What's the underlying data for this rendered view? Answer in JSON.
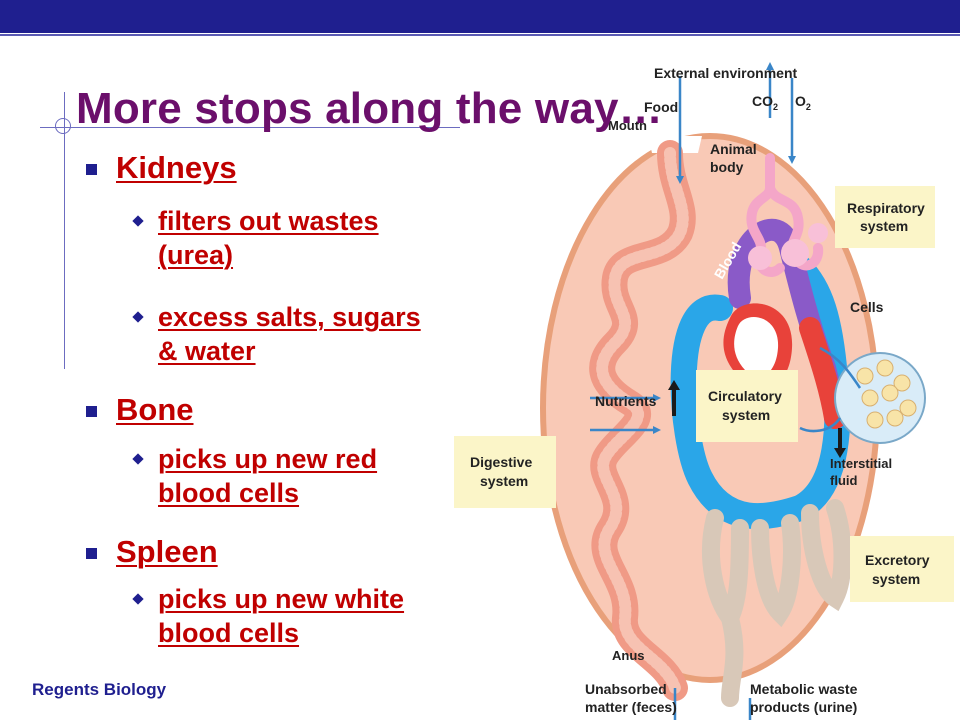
{
  "slide": {
    "title": "More stops along the way…",
    "footer": "Regents Biology",
    "bullets": [
      {
        "label": "Kidneys",
        "subs": [
          "filters out wastes",
          "(urea)",
          "excess salts, sugars",
          "& water"
        ]
      },
      {
        "label": "Bone",
        "subs": [
          "picks up new red",
          "blood cells"
        ]
      },
      {
        "label": "Spleen",
        "subs": [
          "picks up new white",
          "blood cells"
        ]
      }
    ]
  },
  "diagram": {
    "external_environment": "External environment",
    "food": "Food",
    "mouth": "Mouth",
    "co2": "CO",
    "co2_sub": "2",
    "o2": "O",
    "o2_sub": "2",
    "animal_body": [
      "Animal",
      "body"
    ],
    "respiratory": [
      "Respiratory",
      "system"
    ],
    "blood": "Blood",
    "heart": "Heart",
    "cells": "Cells",
    "nutrients": "Nutrients",
    "circulatory": [
      "Circulatory",
      "system"
    ],
    "digestive": [
      "Digestive",
      "system"
    ],
    "interstitial": [
      "Interstitial",
      "fluid"
    ],
    "excretory": [
      "Excretory",
      "system"
    ],
    "anus": "Anus",
    "unabsorbed": [
      "Unabsorbed",
      "matter (feces)"
    ],
    "metabolic": [
      "Metabolic waste",
      "products (urine)"
    ],
    "colors": {
      "body": "#f9c9b6",
      "body_outline": "#e8a07a",
      "blood_blue": "#2aa6e8",
      "blood_red": "#e8423a",
      "gut": "#f09a86",
      "label_box": "#fbf5c8",
      "arrow": "#3a86c8"
    }
  }
}
